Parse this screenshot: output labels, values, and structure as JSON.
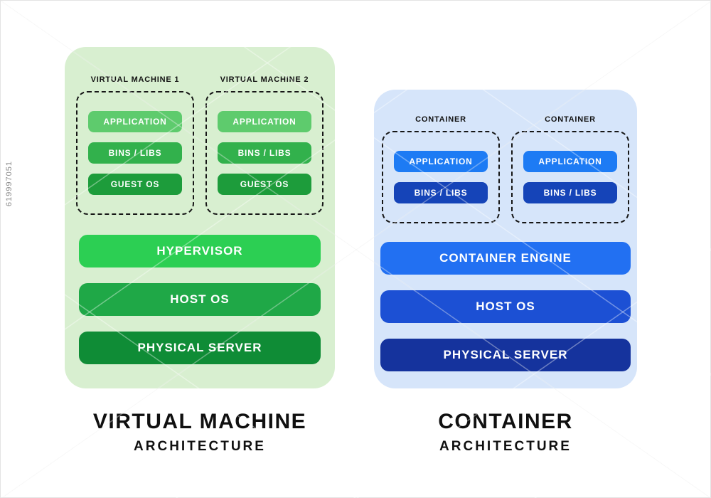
{
  "watermark": {
    "id_text": "619997051"
  },
  "vm": {
    "title": "VIRTUAL MACHINE",
    "subtitle": "ARCHITECTURE",
    "machines": [
      {
        "label": "VIRTUAL MACHINE 1",
        "layers": [
          "APPLICATION",
          "BINS / LIBS",
          "GUEST OS"
        ]
      },
      {
        "label": "VIRTUAL MACHINE 2",
        "layers": [
          "APPLICATION",
          "BINS / LIBS",
          "GUEST OS"
        ]
      }
    ],
    "stack": [
      "HYPERVISOR",
      "HOST OS",
      "PHYSICAL SERVER"
    ]
  },
  "container": {
    "title": "CONTAINER",
    "subtitle": "ARCHITECTURE",
    "machines": [
      {
        "label": "CONTAINER",
        "layers": [
          "APPLICATION",
          "BINS / LIBS"
        ]
      },
      {
        "label": "CONTAINER",
        "layers": [
          "APPLICATION",
          "BINS / LIBS"
        ]
      }
    ],
    "stack": [
      "CONTAINER ENGINE",
      "HOST OS",
      "PHYSICAL SERVER"
    ]
  },
  "colors": {
    "vm-panel": "#d8efd0",
    "vm-app": "#5ecb6d",
    "vm-bins": "#32b14c",
    "vm-guest": "#1d9c3b",
    "vm-hypervisor": "#2ccf53",
    "vm-host": "#1fa847",
    "vm-physical": "#0f8c36",
    "ct-panel": "#d6e5fa",
    "ct-app": "#1d7bf4",
    "ct-bins": "#1544b8",
    "ct-engine": "#2270f2",
    "ct-host": "#1c50d4",
    "ct-physical": "#15339d"
  }
}
